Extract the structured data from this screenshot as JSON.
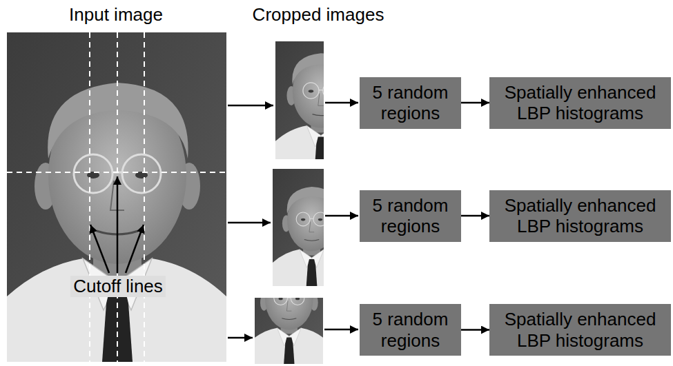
{
  "diagram": {
    "nodes": [
      {
        "text": [
          "5 random regions"
        ]
      },
      {
        "text": [
          "Spatially enhanced LBP histograms"
        ]
      },
      {
        "text": [
          "5 random regions"
        ]
      },
      {
        "text": [
          "Spatially enhanced LBP histograms"
        ]
      },
      {
        "text": [
          "5 random regions"
        ]
      },
      {
        "text": [
          "Spatially enhanced LBP histograms"
        ]
      }
    ],
    "edges": [
      {
        "from": 0,
        "to": 1,
        "arrow": "to"
      },
      {
        "from": 2,
        "to": 3,
        "arrow": "to"
      },
      {
        "from": 4,
        "to": 5,
        "arrow": "to"
      }
    ],
    "labels": [
      "Input image",
      "Cropped images",
      "Cutoff lines"
    ]
  }
}
